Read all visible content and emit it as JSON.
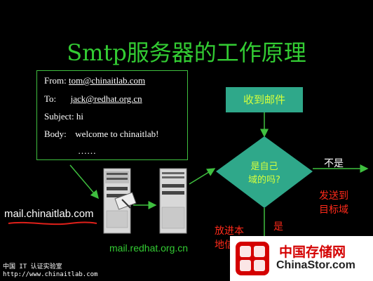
{
  "title": "Smtp服务器的工作原理",
  "email": {
    "from_label": "From:",
    "from_value": "tom@chinaitlab.com",
    "to_label": "To:",
    "to_value": "jack@redhat.org.cn",
    "subject_label": "Subject:",
    "subject_value": "hi",
    "body_label": "Body:",
    "body_value": "welcome to chinaitlab!",
    "ellipsis": "……"
  },
  "servers": {
    "sender": "mail.chinaitlab.com",
    "receiver": "mail.redhat.org.cn"
  },
  "flow": {
    "start": "收到邮件",
    "decision_line1": "是自己",
    "decision_line2": "域的吗?",
    "no_label": "不是",
    "no_action_line1": "发送到",
    "no_action_line2": "目标域",
    "yes_label": "是",
    "yes_action_line1": "放进本",
    "yes_action_line2": "地信"
  },
  "footer": {
    "org": "中国 IT 认证实验室",
    "url": "http://www.chinaitlab.com"
  },
  "watermark": {
    "text_cn": "中国存储网",
    "text_en": "ChinaStor.com"
  },
  "colors": {
    "background": "#000000",
    "title": "#33cc33",
    "flow_box": "#2fa88a",
    "flow_text": "#d6ff3c",
    "arrows": "#3fbf3f",
    "accent_red": "#ff2a1a",
    "underline_red": "#e0201a"
  }
}
